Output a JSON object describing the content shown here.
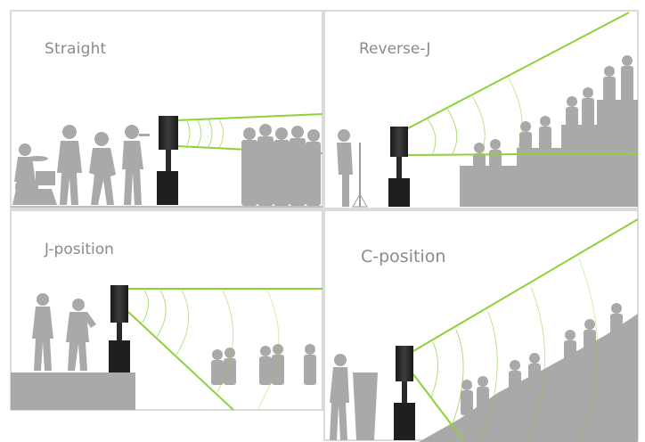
{
  "panels": [
    {
      "id": "straight",
      "label": "Straight"
    },
    {
      "id": "reverse-j",
      "label": "Reverse-J"
    },
    {
      "id": "j-position",
      "label": "J-position"
    },
    {
      "id": "c-position",
      "label": "C-position"
    }
  ],
  "colors": {
    "beam": "#8fd13a",
    "silhouette": "#a8a8a8",
    "speaker": "#2a2a2a",
    "label": "#8a8a8a",
    "panel_border": "#c8c8c8"
  }
}
